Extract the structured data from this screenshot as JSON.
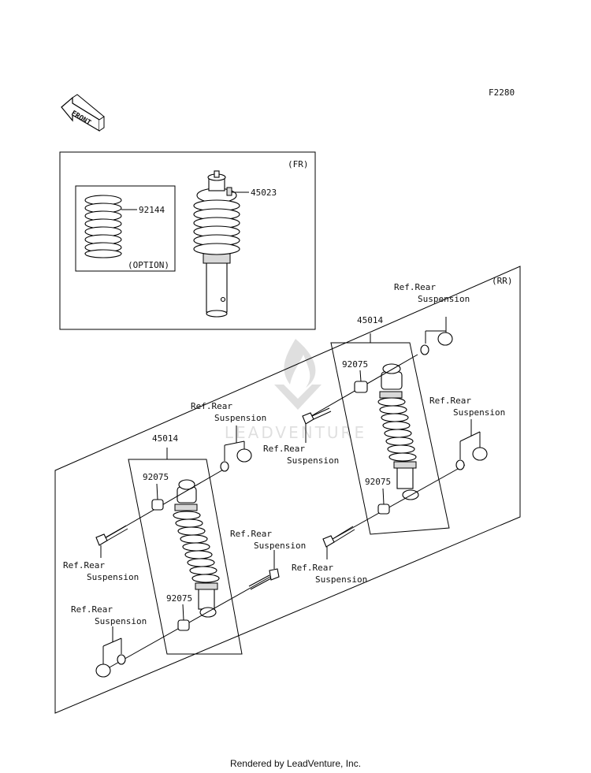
{
  "diagram_code": "F2280",
  "front_label": "FRONT",
  "front_section": {
    "label": "(FR)",
    "spring_part": "92144",
    "option_label": "(OPTION)",
    "shock_part": "45023"
  },
  "rear_section": {
    "label": "(RR)",
    "shock_part": "45014",
    "bushing_part": "92075",
    "ref_line1": "Ref.Rear",
    "ref_line2": "Suspension"
  },
  "watermark": "LEADVENTURE",
  "footer": "Rendered by LeadVenture, Inc."
}
